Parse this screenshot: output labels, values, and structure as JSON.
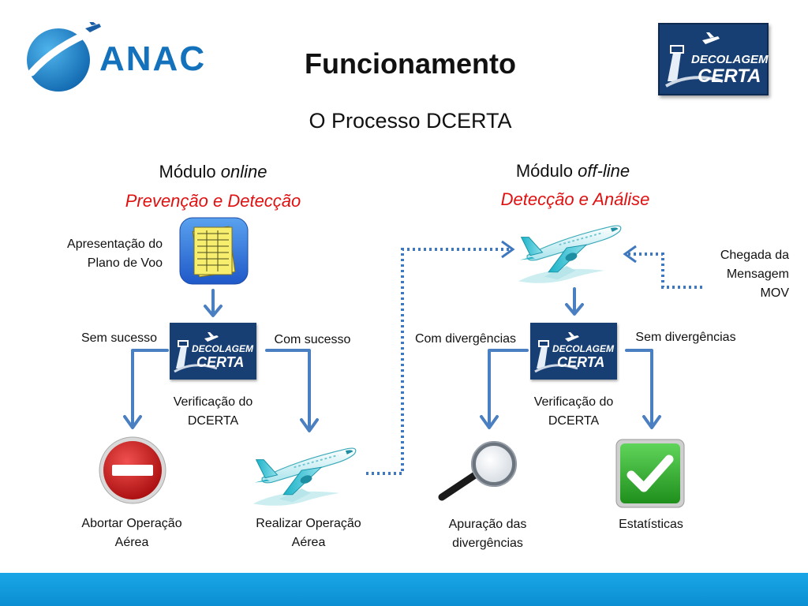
{
  "header": {
    "logo_text": "ANAC",
    "title": "Funcionamento",
    "subtitle": "O Processo DCERTA",
    "badge_line1": "DECOLAGEM",
    "badge_line2": "CERTA"
  },
  "online": {
    "heading_prefix": "Módulo ",
    "heading_em": "online",
    "subheading": "Prevenção e Detecção",
    "flight_plan_label_line1": "Apresentação do",
    "flight_plan_label_line2": "Plano de Voo",
    "fail_label": "Sem sucesso",
    "success_label": "Com sucesso",
    "check_label_line1": "Verificação do",
    "check_label_line2": "DCERTA",
    "abort_label_line1": "Abortar Operação",
    "abort_label_line2": "Aérea",
    "perform_label_line1": "Realizar Operação",
    "perform_label_line2": "Aérea"
  },
  "offline": {
    "heading_prefix": "Módulo ",
    "heading_em": "off-line",
    "subheading": "Detecção e Análise",
    "arrival_label_line1": "Chegada da",
    "arrival_label_line2": "Mensagem",
    "arrival_label_line3": "MOV",
    "divergence_label": "Com divergências",
    "no_divergence_label": "Sem divergências",
    "check_label_line1": "Verificação do",
    "check_label_line2": "DCERTA",
    "investigation_label_line1": "Apuração das",
    "investigation_label_line2": "divergências",
    "statistics_label": "Estatísticas"
  },
  "colors": {
    "accent_blue": "#4a7fc1",
    "dotted_blue": "#3f78bf",
    "red": "#e01010",
    "footer": "#0b8fd2",
    "badge": "#173f73"
  }
}
